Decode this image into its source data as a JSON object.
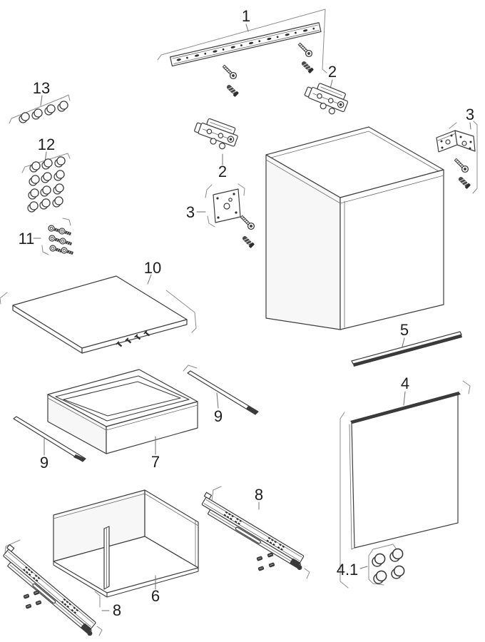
{
  "figure": {
    "kind": "exploded-parts-diagram",
    "subject": "cabinet assembly with door, drawers and mounting hardware",
    "background": "#ffffff",
    "line_color": "#3d3d3d",
    "callout_color": "#1d1d1d",
    "dark_fill": "#3a3a3a"
  },
  "labels": {
    "l1": "1",
    "l2a": "2",
    "l2b": "2",
    "l3a": "3",
    "l3b": "3",
    "l4": "4",
    "l41": "4.1",
    "l5": "5",
    "l6": "6",
    "l7": "7",
    "l8a": "8",
    "l8b": "8",
    "l9a": "9",
    "l9b": "9",
    "l10": "10",
    "l11": "11",
    "l12": "12",
    "l13": "13"
  },
  "parts": [
    {
      "callout": "1",
      "name": "wall mounting rail with screws and wall plugs"
    },
    {
      "callout": "2",
      "name": "hinge",
      "instances": 2
    },
    {
      "callout": "3",
      "name": "mounting bracket with screw and wall plug",
      "instances": 2
    },
    {
      "callout": "4",
      "name": "door panel"
    },
    {
      "callout": "4.1",
      "name": "cover caps",
      "count": 4
    },
    {
      "callout": "5",
      "name": "trim strip"
    },
    {
      "callout": "6",
      "name": "deep drawer box"
    },
    {
      "callout": "7",
      "name": "shallow drawer box"
    },
    {
      "callout": "8",
      "name": "drawer slide rail with fixing screws",
      "instances": 2
    },
    {
      "callout": "9",
      "name": "trim strip",
      "instances": 2
    },
    {
      "callout": "10",
      "name": "top panel with fixing screws"
    },
    {
      "callout": "11",
      "name": "screws",
      "count": 6
    },
    {
      "callout": "12",
      "name": "cover caps",
      "count": 12
    },
    {
      "callout": "13",
      "name": "cover caps",
      "count": 4
    }
  ]
}
